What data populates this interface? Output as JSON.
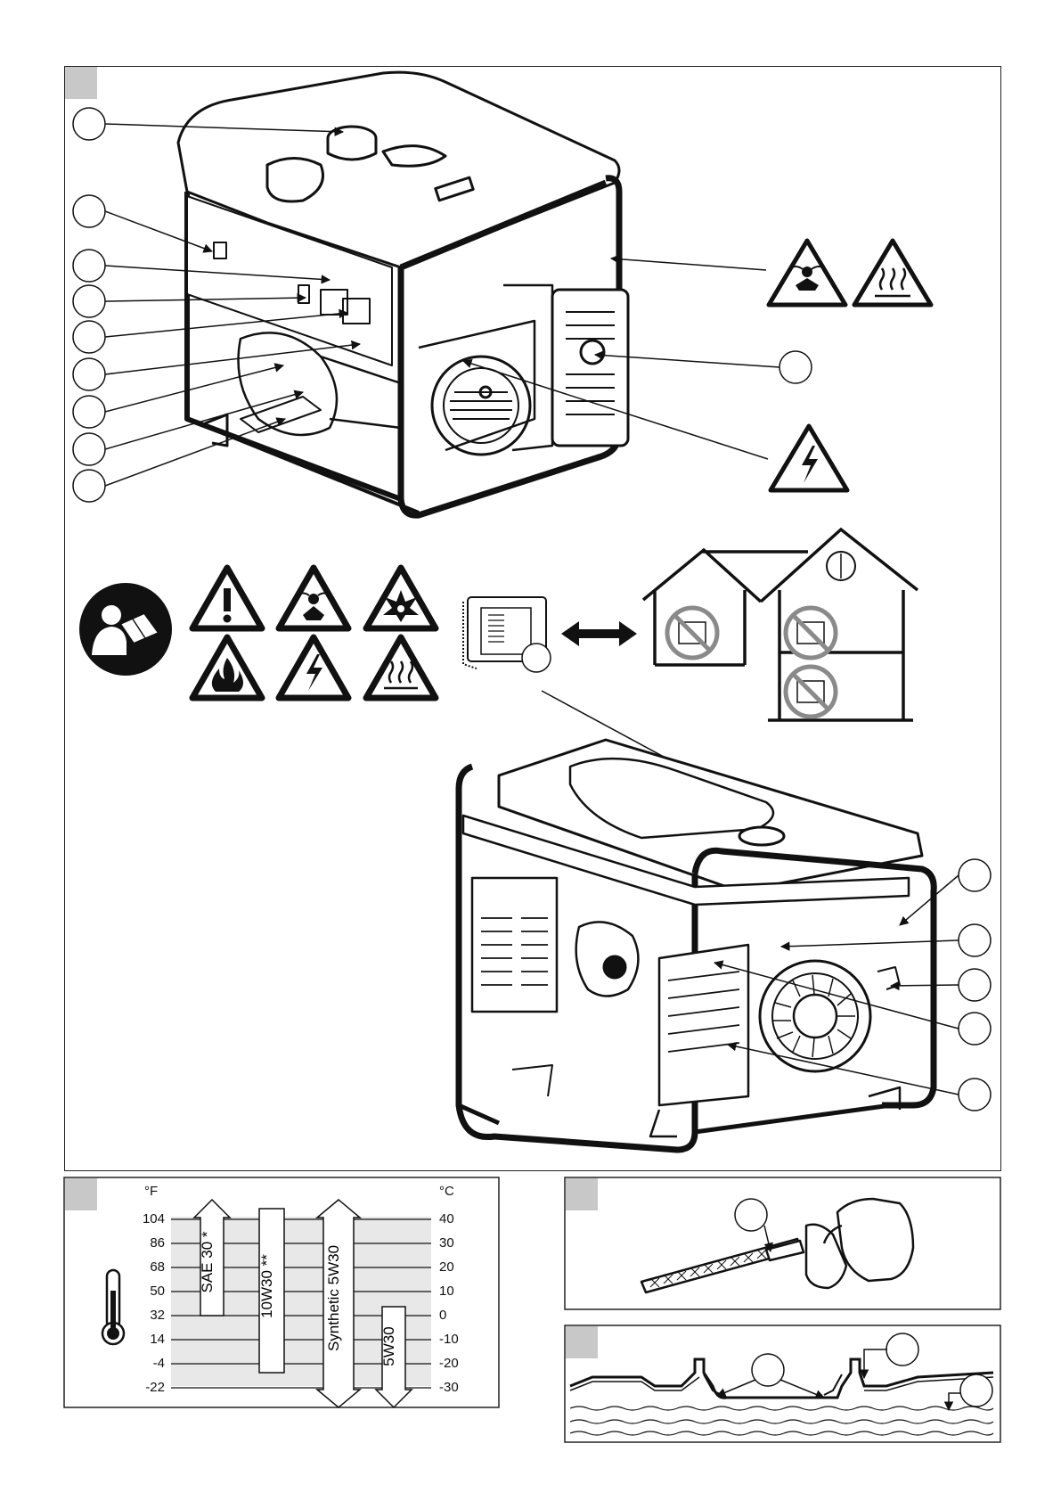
{
  "oil_chart": {
    "unit_left": "°F",
    "unit_right": "°C",
    "fahrenheit_ticks": [
      "104",
      "86",
      "68",
      "50",
      "32",
      "14",
      "-4",
      "-22"
    ],
    "celsius_ticks": [
      "40",
      "30",
      "20",
      "10",
      "0",
      "-10",
      "-20",
      "-30"
    ],
    "oils": [
      {
        "label": "SAE 30 *",
        "from_c": 0,
        "to_c": 40
      },
      {
        "label": "10W30 **",
        "from_c": -20,
        "to_c": 40
      },
      {
        "label": "Synthetic 5W30",
        "from_c": -30,
        "to_c": 40
      },
      {
        "label": "5W30",
        "from_c": -30,
        "to_c": 0
      }
    ]
  },
  "icons": {
    "top_warnings": [
      "fumes-warning-icon",
      "hot-surface-warning-icon",
      "electric-shock-warning-icon"
    ],
    "safety_row_1": [
      "general-warning-icon",
      "fumes-warning-icon",
      "explosion-warning-icon"
    ],
    "safety_row_2": [
      "fire-warning-icon",
      "electric-shock-warning-icon",
      "hot-surface-warning-icon"
    ]
  }
}
